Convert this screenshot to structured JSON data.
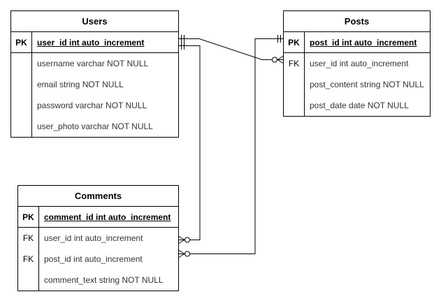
{
  "entities": {
    "users": {
      "title": "Users",
      "pk_key": "PK",
      "pk_field": "user_id int auto_increment",
      "fields": [
        {
          "key": "",
          "text": "username varchar NOT NULL"
        },
        {
          "key": "",
          "text": "email string NOT NULL"
        },
        {
          "key": "",
          "text": "password varchar NOT NULL"
        },
        {
          "key": "",
          "text": "user_photo varchar NOT NULL"
        }
      ]
    },
    "posts": {
      "title": "Posts",
      "pk_key": "PK",
      "pk_field": "post_id int auto_increment",
      "fields": [
        {
          "key": "FK",
          "text": "user_id int auto_increment"
        },
        {
          "key": "",
          "text": "post_content string NOT NULL"
        },
        {
          "key": "",
          "text": "post_date date NOT NULL"
        }
      ]
    },
    "comments": {
      "title": "Comments",
      "pk_key": "PK",
      "pk_field": "comment_id int auto_increment",
      "fields": [
        {
          "key": "FK",
          "text": "user_id int auto_increment"
        },
        {
          "key": "FK",
          "text": "post_id int auto_increment"
        },
        {
          "key": "",
          "text": "comment_text string NOT NULL"
        }
      ]
    }
  },
  "relationships": [
    {
      "from": "Users.user_id",
      "to": "Posts.user_id",
      "from_cardinality": "one-and-only-one",
      "to_cardinality": "zero-or-many"
    },
    {
      "from": "Users.user_id",
      "to": "Comments.user_id",
      "from_cardinality": "one-and-only-one",
      "to_cardinality": "zero-or-many"
    },
    {
      "from": "Posts.post_id",
      "to": "Comments.post_id",
      "from_cardinality": "one-and-only-one",
      "to_cardinality": "zero-or-many"
    }
  ],
  "colors": {
    "line": "#000000",
    "text": "#000000",
    "field_text": "#333333",
    "background": "#ffffff"
  }
}
